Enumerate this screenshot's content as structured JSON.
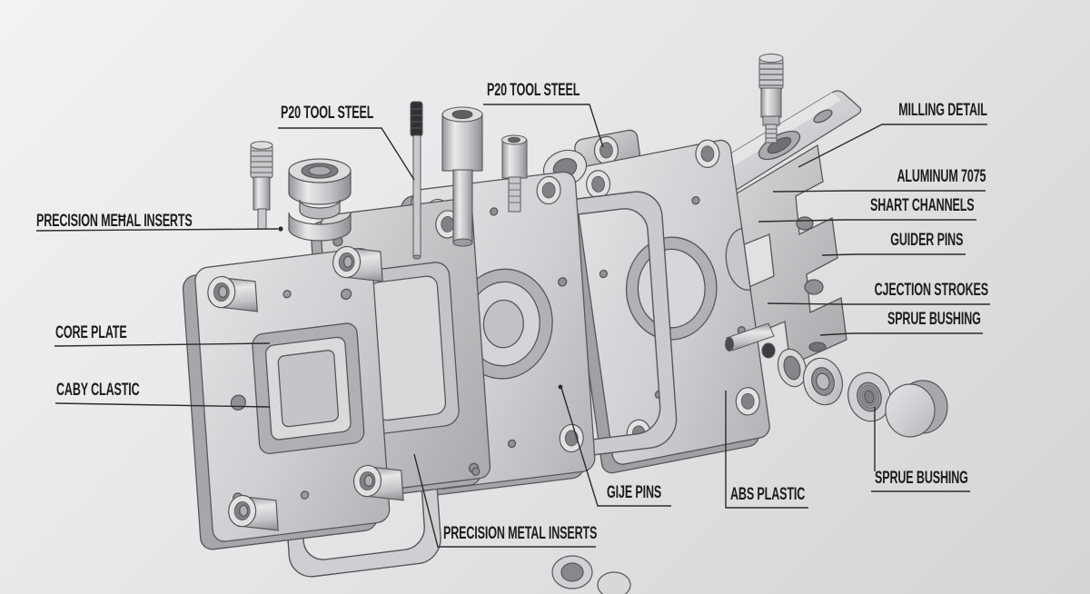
{
  "diagram": {
    "type": "exploded-view-technical-illustration",
    "subject": "plastic injection mold tooling assembly"
  },
  "labels": {
    "p20_tool_steel_left": "P20 TOOL STEEL",
    "p20_tool_steel_center": "P20 TOOL STEEL",
    "precision_metal_inserts_left": "PRECISION MEĦAL INSERTS",
    "core_plate": "CORE PLATE",
    "caby_clastic": "CABY CLASTIC",
    "milling_detail": "MILLING DETAIL",
    "aluminum_7075": "ALUMINUM 7075",
    "shart_channels": "SHART CHANNELS",
    "guider_pins": "GUIDER PINS",
    "cjection_strokes": "CJECTION STROKES",
    "sprue_bushing_right": "SPRUE BUSHING",
    "gije_pins": "GIJE PINS",
    "abs_plastic": "ABS PLASTIC",
    "sprue_bushing_bottom": "SPRUE BUSHING",
    "precision_metal_inserts_bottom": "PRECISION METAL INSERTS"
  },
  "colors": {
    "background_top": "#f1f1f3",
    "background_bottom": "#d6d6d8",
    "label_ink": "#1d1d1f",
    "leader_line": "#2b2b2d",
    "metal_light": "#e3e5e7",
    "metal_mid": "#c7c9cc",
    "metal_dark": "#8f9194",
    "outline": "#56575a"
  }
}
